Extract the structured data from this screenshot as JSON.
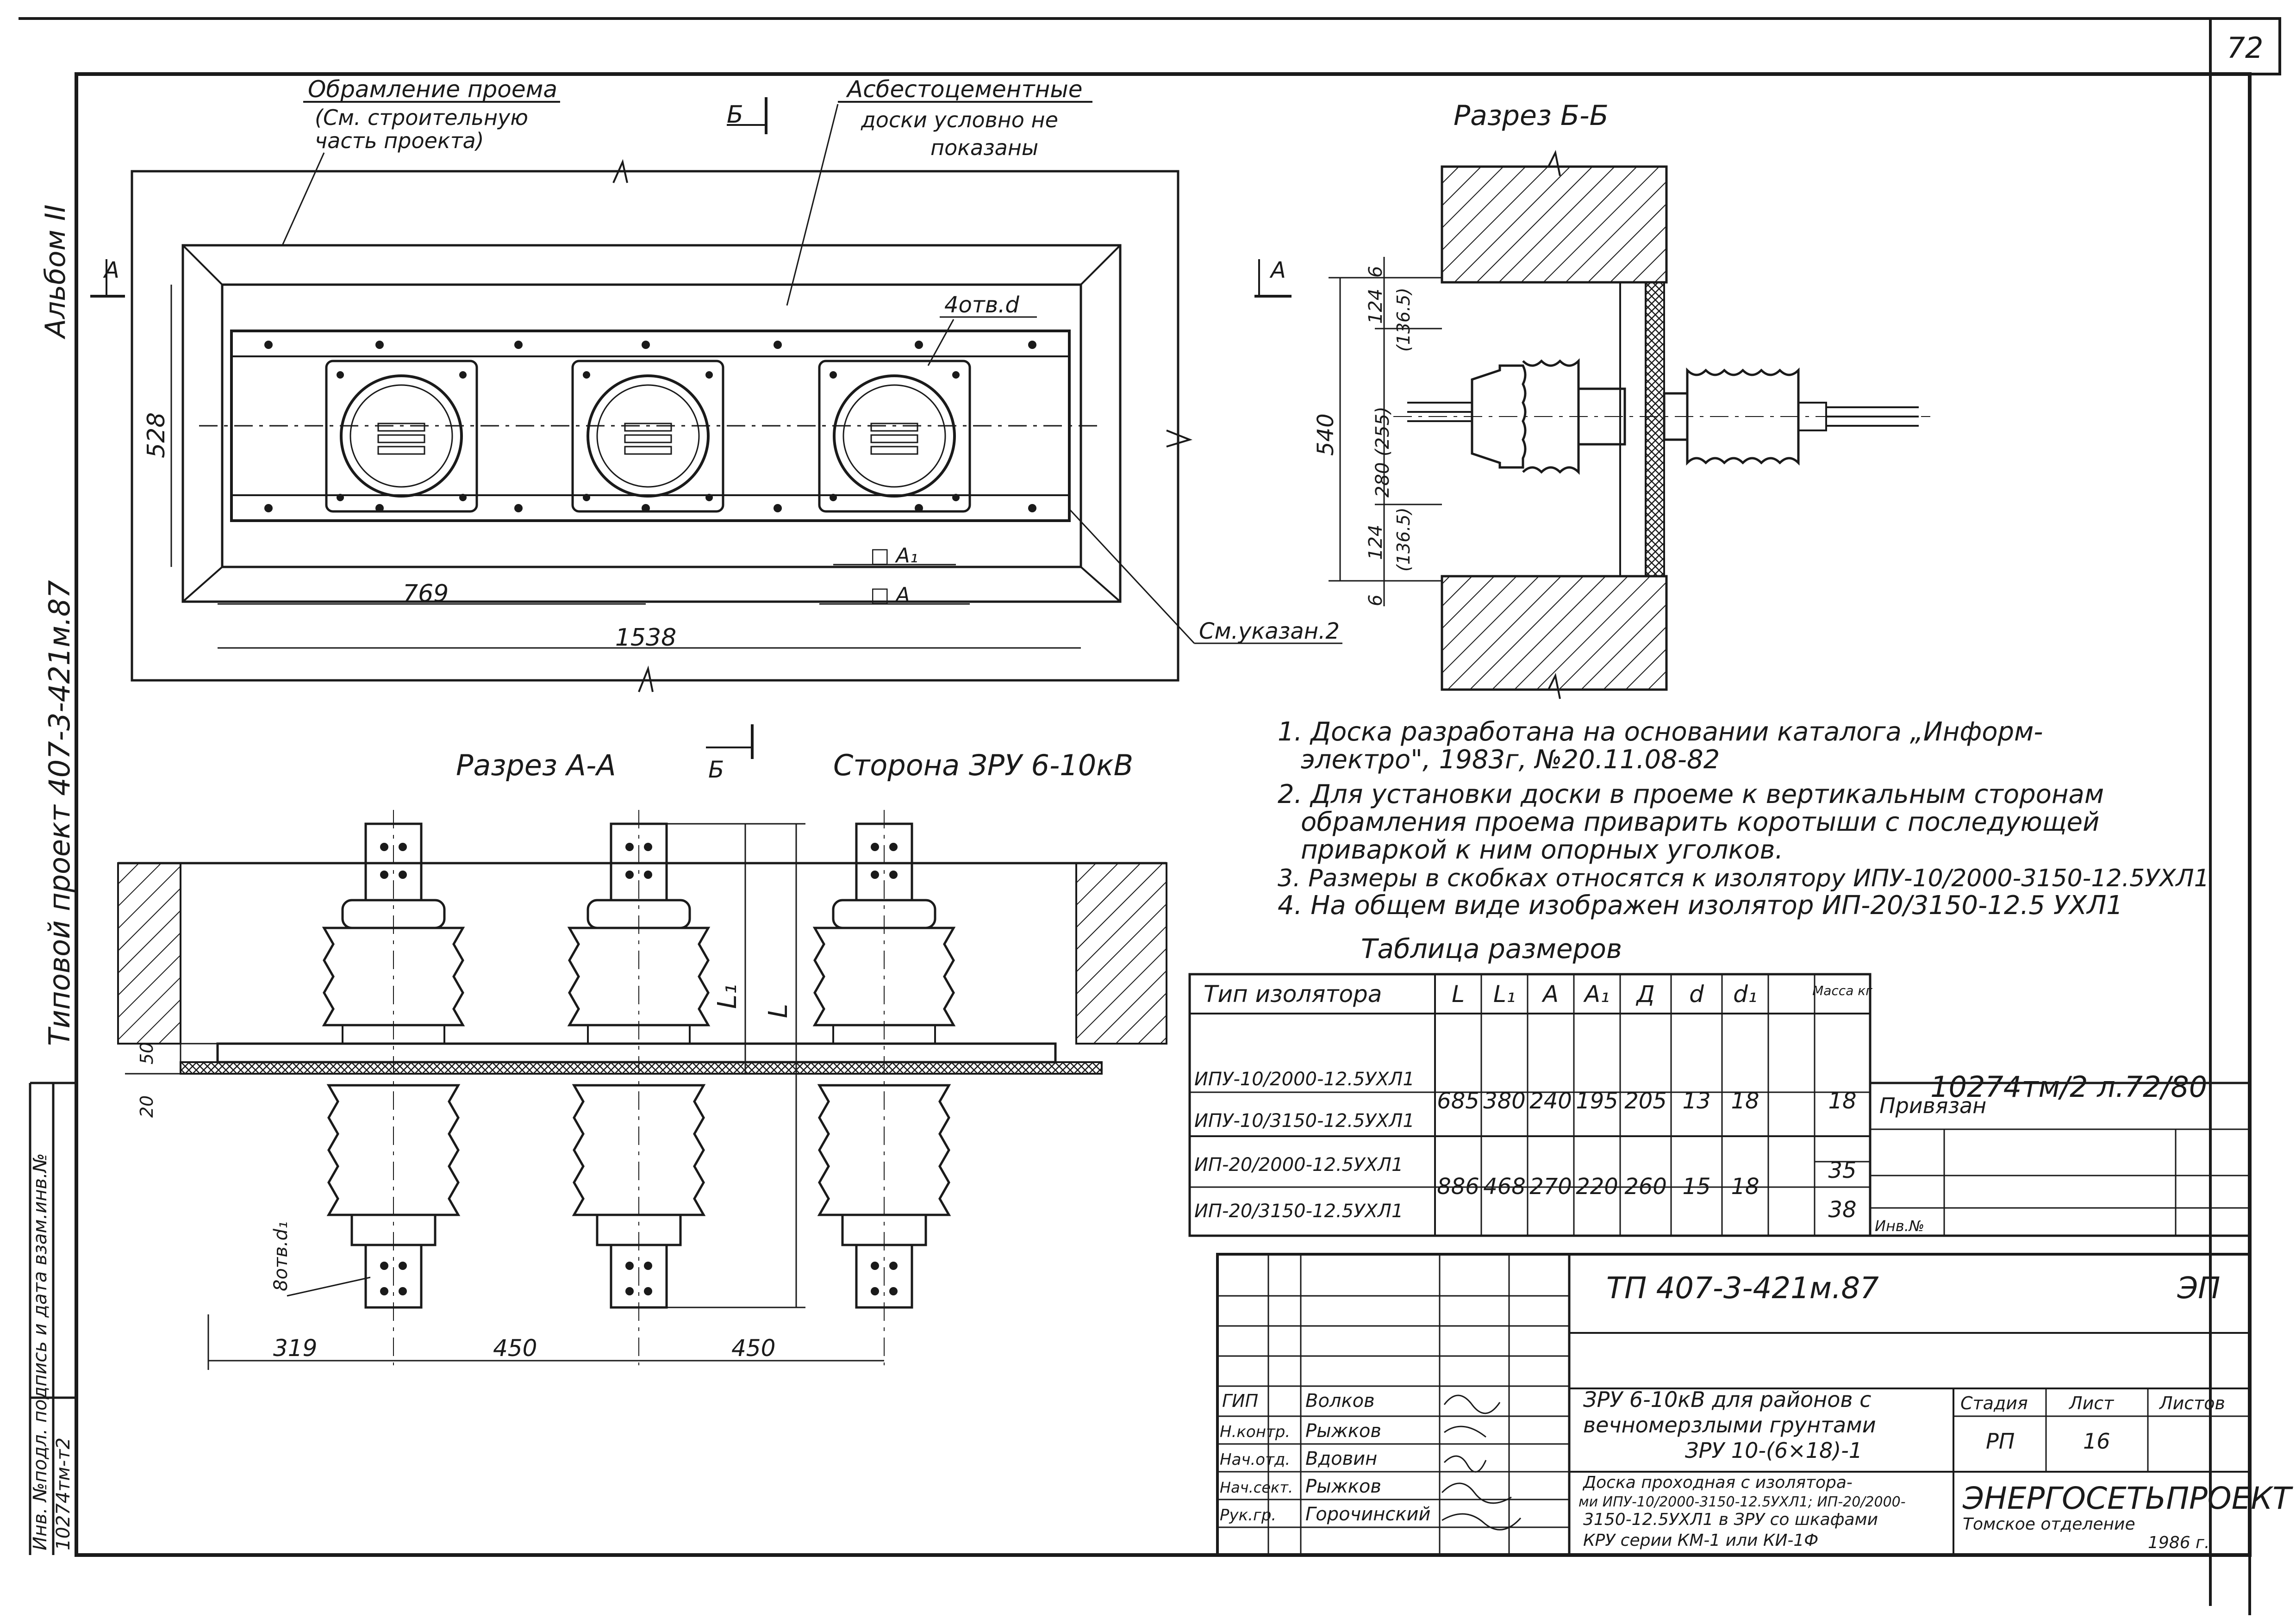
{
  "sheet": {
    "page_number": "72",
    "album_label": "Альбом II",
    "side_project": "Типовой проект 407-3-421м.87",
    "inv_label": "Инв. №подл. подпись и дата взам.инв.№",
    "inv_number": "10274тм-т2"
  },
  "plan": {
    "label_framing": [
      "Обрамление проема",
      "(См. строительную",
      "часть проекта)"
    ],
    "label_boards": [
      "Асбестоцементные",
      "доски условно не",
      "показаны"
    ],
    "section_b_mark": "Б",
    "section_a_mark": "А",
    "holes_label": "4отв.d",
    "dim_528": "528",
    "dim_769": "769",
    "dim_1538": "1538",
    "dim_a1": "□ A₁",
    "dim_a": "□ A",
    "note_ref": "См.указан.2"
  },
  "section_bb": {
    "title": "Разрез Б-Б",
    "section_mark": "А",
    "dims": [
      "6",
      "124",
      "(136.5)",
      "280 (255)",
      "124",
      "(136.5)",
      "6"
    ],
    "dim_540": "540"
  },
  "section_aa": {
    "title": "Разрез А-А",
    "section_mark": "Б",
    "side_label": "Сторона ЗРУ 6-10кВ",
    "dim_L1": "L₁",
    "dim_L": "L",
    "dim_50": "50",
    "dim_20": "20",
    "holes_label": "8отв.d₁",
    "dim_319": "319",
    "dim_450a": "450",
    "dim_450b": "450"
  },
  "notes": [
    "1. Доска разработана на основании каталога „Информ-",
    "электро\", 1983г, №20.11.08-82",
    "2. Для установки доски в проеме к вертикальным сторонам",
    "обрамления проема приварить коротыши с последующей",
    "приваркой к ним опорных уголков.",
    "3. Размеры в скобках относятся к изолятору ИПУ-10/2000-3150-12.5УХЛ1",
    "4. На общем виде изображен изолятор ИП-20/3150-12.5 УХЛ1"
  ],
  "size_table": {
    "title": "Таблица размеров",
    "headers": [
      "Тип изолятора",
      "L",
      "L₁",
      "A",
      "A₁",
      "Д",
      "d",
      "d₁",
      "Масса кг"
    ],
    "rows": [
      [
        "ИПУ-10/2000-12.5УХЛ1",
        "685",
        "380",
        "240",
        "195",
        "205",
        "13",
        "18",
        "18"
      ],
      [
        "ИПУ-10/3150-12.5УХЛ1",
        "",
        "",
        "",
        "",
        "",
        "",
        "",
        ""
      ],
      [
        "ИП-20/2000-12.5УХЛ1",
        "886",
        "468",
        "270",
        "220",
        "260",
        "15",
        "18",
        "35"
      ],
      [
        "ИП-20/3150-12.5УХЛ1",
        "",
        "",
        "",
        "",
        "",
        "",
        "",
        "38"
      ]
    ]
  },
  "stamp": {
    "handwritten_ref": "10274тм/2 л.72/80",
    "privyazan": "Привязан",
    "inv_no": "Инв.№",
    "doc_code": "ТП 407-3-421м.87",
    "section_code": "ЭП",
    "title_lines": [
      "ЗРУ 6-10кВ для районов с",
      "вечномерзлыми грунтами",
      "ЗРУ 10-(6×18)-1"
    ],
    "sheet_title": [
      "Доска проходная с изолятора-",
      "ми ИПУ-10/2000-3150-12.5УХЛ1; ИП-20/2000-",
      "3150-12.5УХЛ1 в ЗРУ со шкафами",
      "КРУ серии КМ-1 или КИ-1Ф"
    ],
    "stage_label": "Стадия",
    "sheet_label": "Лист",
    "sheets_label": "Листов",
    "stage_value": "РП",
    "sheet_value": "16",
    "org": "ЭНЕРГОСЕТЬПРОЕКТ",
    "branch": "Томское отделение",
    "year": "1986 г.",
    "roles": [
      {
        "role": "ГИП",
        "name": "Волков"
      },
      {
        "role": "Н.контр.",
        "name": "Рыжков"
      },
      {
        "role": "Нач.отд.",
        "name": "Вдовин"
      },
      {
        "role": "Нач.сект.",
        "name": "Рыжков"
      },
      {
        "role": "Рук.гр.",
        "name": "Горочинский"
      }
    ]
  }
}
